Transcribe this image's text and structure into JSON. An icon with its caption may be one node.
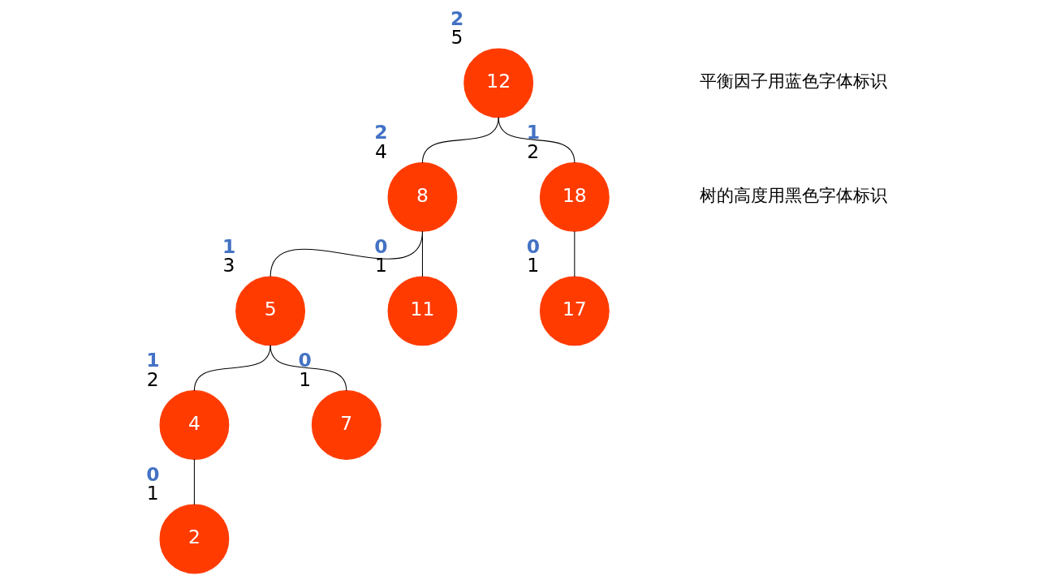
{
  "diagram": {
    "nodes": [
      {
        "text": [
          "12"
        ],
        "beside": [
          "2",
          "5"
        ]
      },
      {
        "text": [
          "8"
        ],
        "beside": [
          "2",
          "4"
        ]
      },
      {
        "text": [
          "18"
        ],
        "beside": [
          "1",
          "2"
        ]
      },
      {
        "text": [
          "5"
        ],
        "beside": [
          "1",
          "3"
        ]
      },
      {
        "text": [
          "11"
        ],
        "beside": [
          "0",
          "1"
        ]
      },
      {
        "text": [
          "17"
        ],
        "beside": [
          "0",
          "1"
        ]
      },
      {
        "text": [
          "4"
        ],
        "beside": [
          "1",
          "2"
        ]
      },
      {
        "text": [
          "7"
        ],
        "beside": [
          "0",
          "1"
        ]
      },
      {
        "text": [
          "2"
        ],
        "beside": [
          "0",
          "1"
        ]
      }
    ],
    "edges": [
      {
        "from": 0,
        "to": 1,
        "arrow": "none"
      },
      {
        "from": 0,
        "to": 2,
        "arrow": "none"
      },
      {
        "from": 1,
        "to": 3,
        "arrow": "none"
      },
      {
        "from": 1,
        "to": 4,
        "arrow": "none"
      },
      {
        "from": 2,
        "to": 5,
        "arrow": "none"
      },
      {
        "from": 3,
        "to": 6,
        "arrow": "none"
      },
      {
        "from": 3,
        "to": 7,
        "arrow": "none"
      },
      {
        "from": 6,
        "to": 8,
        "arrow": "none"
      }
    ],
    "labels": [
      "平衡因子用蓝色字体标识",
      "树的高度用黑色字体标识"
    ]
  }
}
